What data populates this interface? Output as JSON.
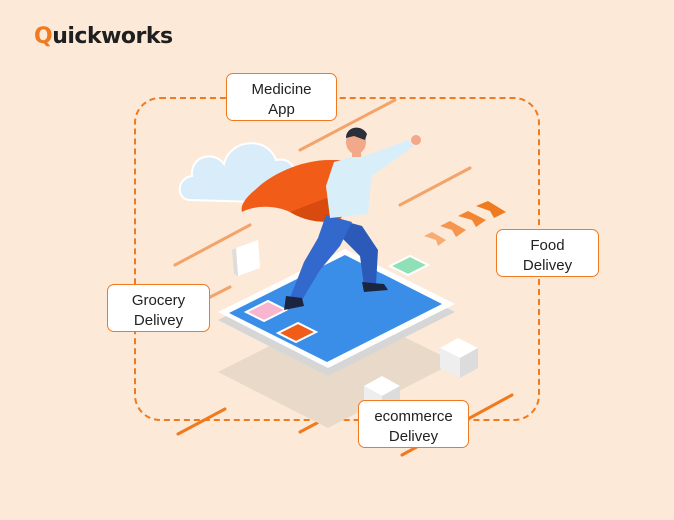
{
  "brand": {
    "prefix": "Q",
    "rest": "uickworks"
  },
  "labels": {
    "medicine": {
      "line1": "Medicine",
      "line2": "App"
    },
    "food": {
      "line1": "Food",
      "line2": "Delivey"
    },
    "grocery": {
      "line1": "Grocery",
      "line2": "Delivey"
    },
    "ecommerce": {
      "line1": "ecommerce",
      "line2": "Delivey"
    }
  },
  "colors": {
    "background": "#fde9d8",
    "accent": "#f07a1f",
    "phone_screen": "#3b8ee8"
  }
}
